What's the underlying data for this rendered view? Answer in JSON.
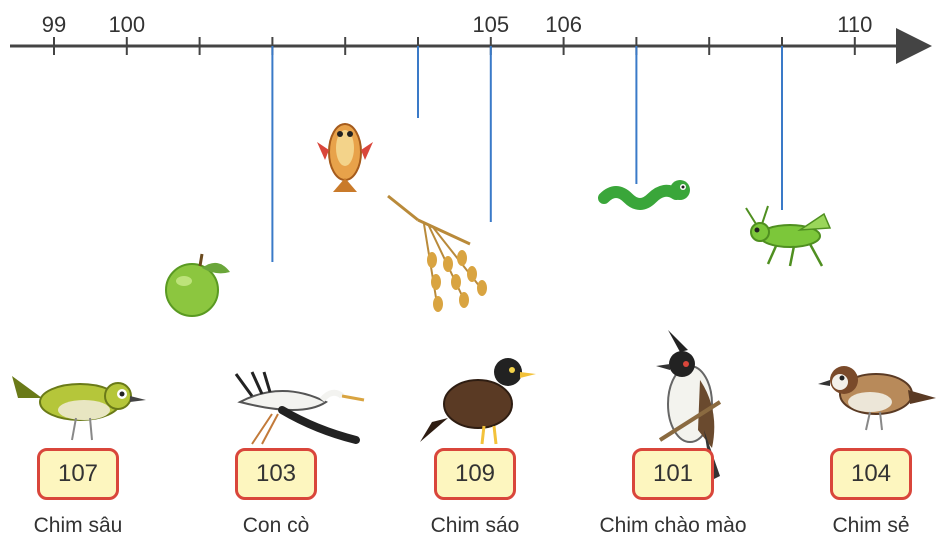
{
  "number_line": {
    "tick_values": [
      99,
      100,
      101,
      102,
      103,
      104,
      105,
      106,
      107,
      108,
      109,
      110
    ],
    "labeled_values": [
      "99",
      "100",
      "105",
      "106",
      "110"
    ]
  },
  "hanging_items": [
    {
      "value": 102,
      "icon": "guava-fruit-icon"
    },
    {
      "value": 104,
      "icon": "fish-icon"
    },
    {
      "value": 105,
      "icon": "rice-stalk-icon"
    },
    {
      "value": 107,
      "icon": "worm-icon"
    },
    {
      "value": 109,
      "icon": "grasshopper-icon"
    }
  ],
  "birds": [
    {
      "number": "107",
      "name": "Chim sâu",
      "icon": "white-eye-bird-icon"
    },
    {
      "number": "103",
      "name": "Con cò",
      "icon": "stork-icon"
    },
    {
      "number": "109",
      "name": "Chim sáo",
      "icon": "myna-bird-icon"
    },
    {
      "number": "101",
      "name": "Chim chào mào",
      "icon": "bulbul-bird-icon"
    },
    {
      "number": "104",
      "name": "Chim sẻ",
      "icon": "sparrow-icon"
    }
  ],
  "colors": {
    "axis": "#444444",
    "string": "#3a7ac8",
    "badge_border": "#d9463b",
    "badge_fill": "#fdf6bf"
  }
}
